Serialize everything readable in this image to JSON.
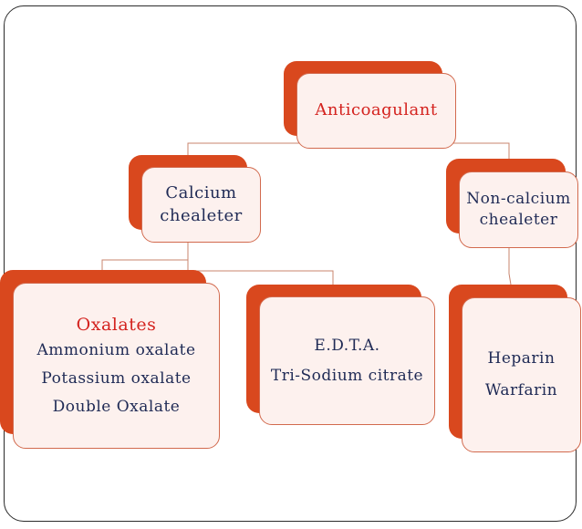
{
  "diagram": {
    "root": {
      "label": "Anticoagulant"
    },
    "calcium": {
      "line1": "Calcium",
      "line2": "chealeter"
    },
    "noncalcium": {
      "line1": "Non-calcium",
      "line2": "chealeter"
    },
    "oxalates": {
      "title": "Oxalates",
      "items": [
        "Ammonium oxalate",
        "Potassium oxalate",
        "Double Oxalate"
      ]
    },
    "edta": {
      "line1": "E.D.T.A.",
      "line2": "Tri-Sodium citrate"
    },
    "heparin": {
      "line1": "Heparin",
      "line2": "Warfarin"
    }
  },
  "colors": {
    "accent": "#d9481e",
    "card_fill": "#fdf1ee",
    "text": "#1f2a55",
    "title_red": "#d4231f"
  }
}
